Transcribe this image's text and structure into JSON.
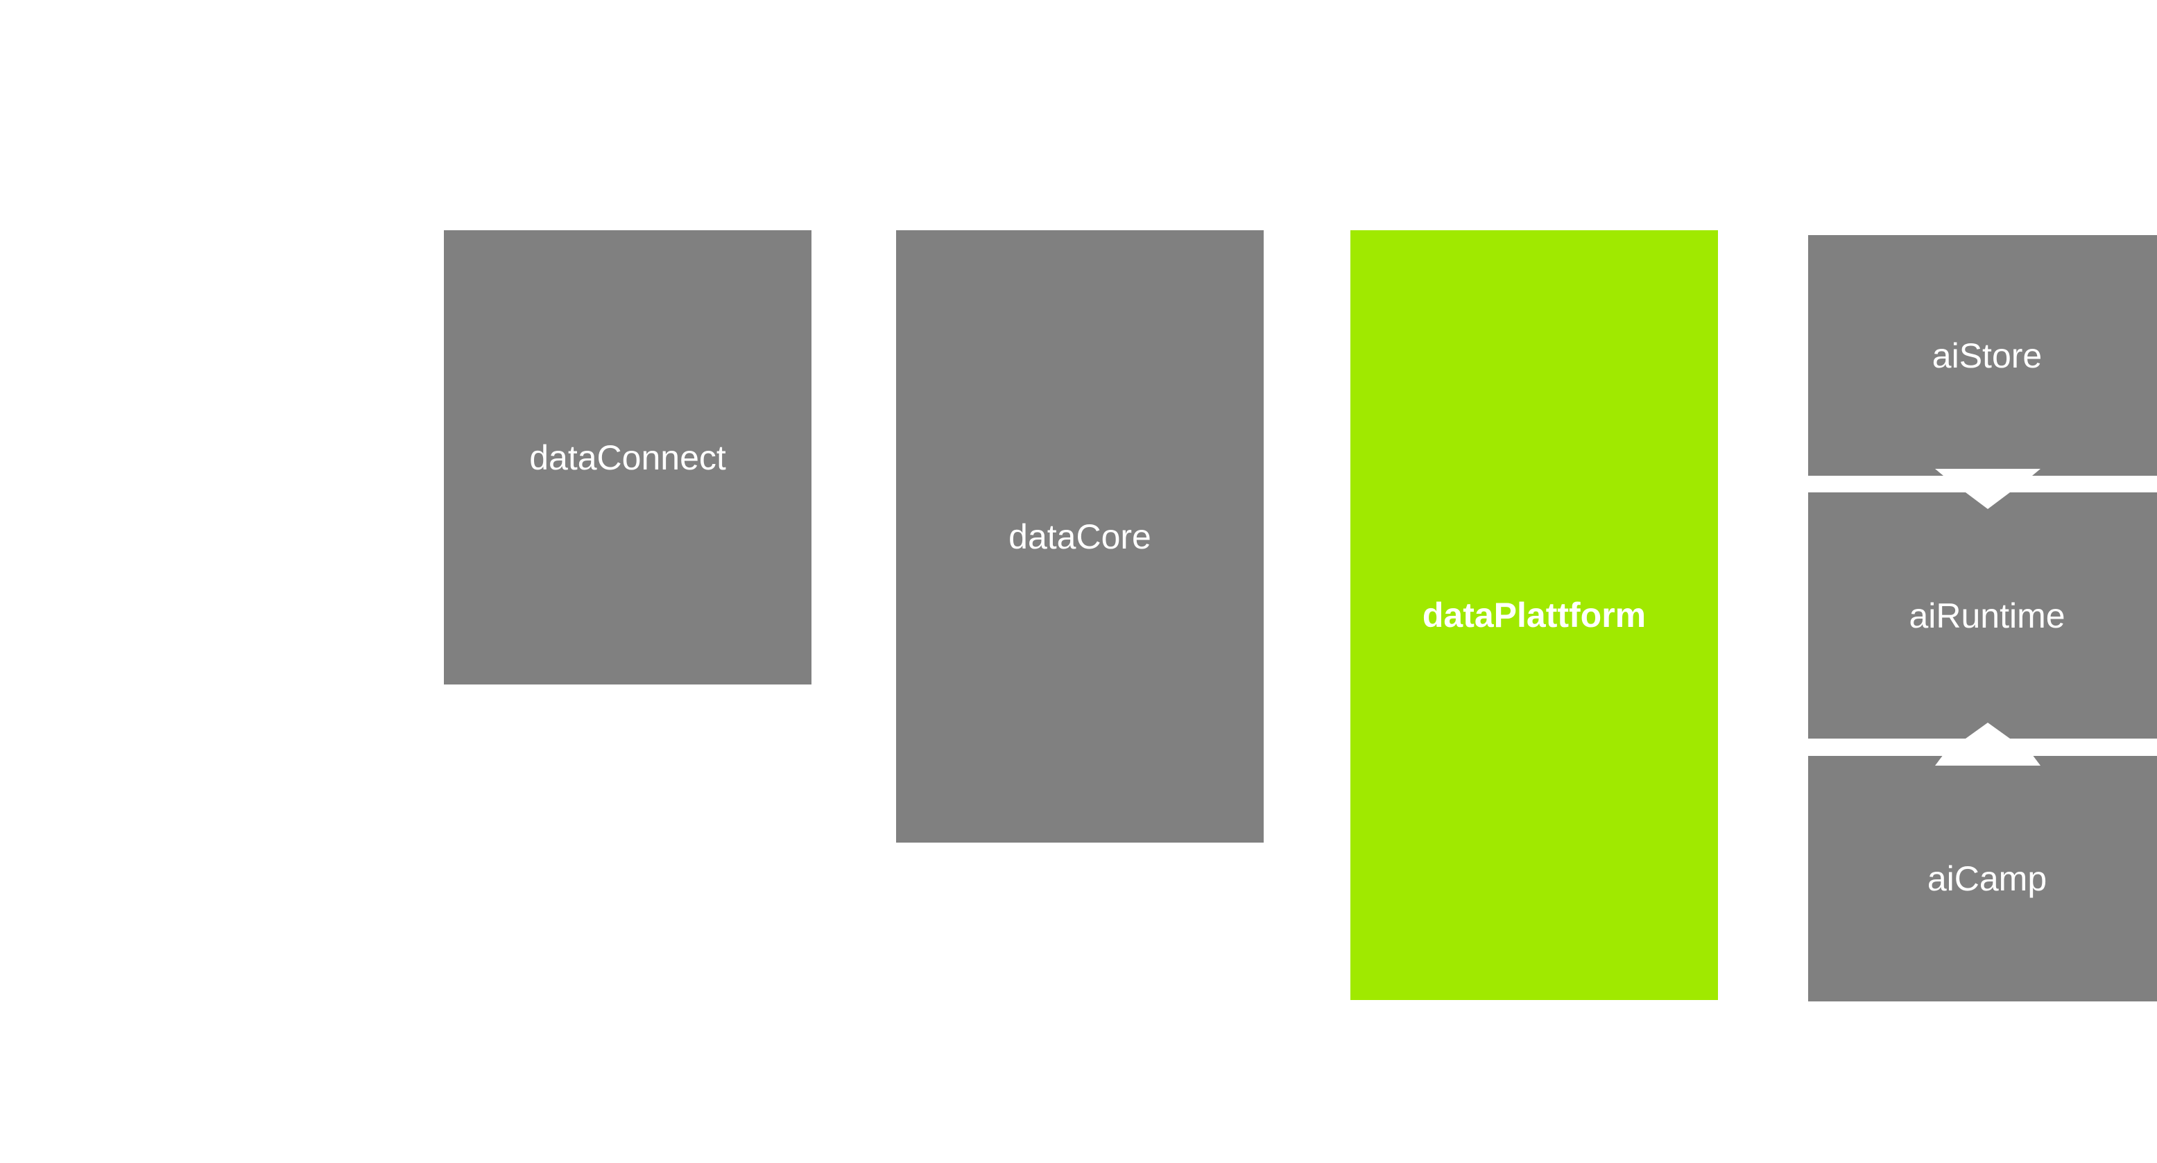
{
  "diagram": {
    "nodes": [
      {
        "id": "dataConnect",
        "label": "dataConnect",
        "color": "#808080"
      },
      {
        "id": "dataCore",
        "label": "dataCore",
        "color": "#808080"
      },
      {
        "id": "dataPlattform",
        "label": "dataPlattform",
        "color": "#a0e900",
        "emphasis": "bold"
      },
      {
        "id": "aiStore",
        "label": "aiStore",
        "color": "#808080"
      },
      {
        "id": "aiRuntime",
        "label": "aiRuntime",
        "color": "#808080"
      },
      {
        "id": "aiCamp",
        "label": "aiCamp",
        "color": "#808080"
      }
    ],
    "connectors": [
      {
        "from": "aiStore",
        "to": "aiRuntime",
        "direction": "down",
        "color": "#ffffff"
      },
      {
        "from": "aiCamp",
        "to": "aiRuntime",
        "direction": "up",
        "color": "#ffffff"
      }
    ]
  }
}
